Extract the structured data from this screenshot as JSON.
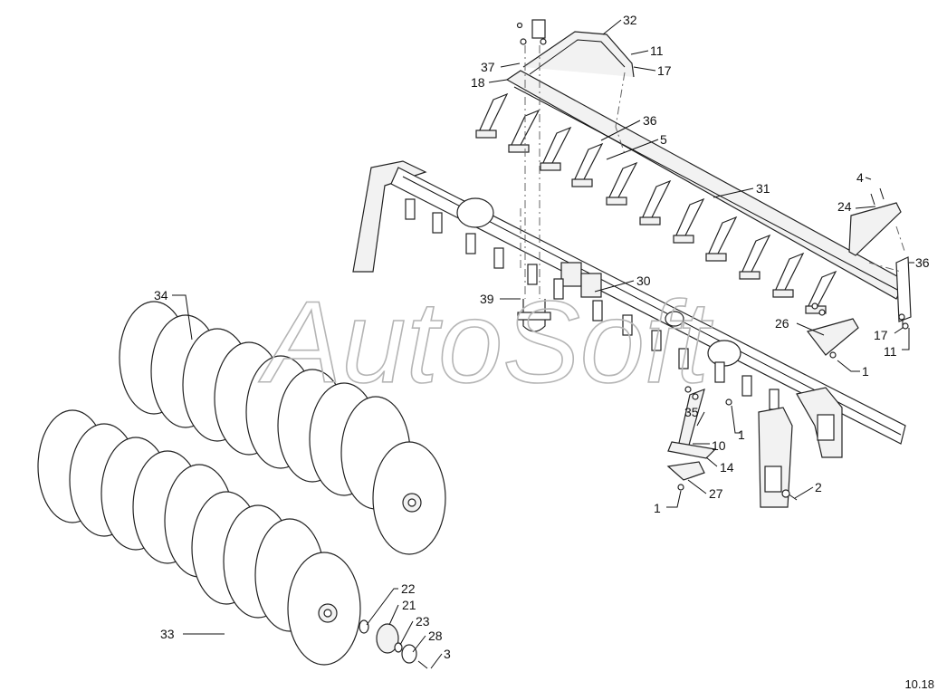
{
  "watermark": "AutoSoft",
  "page_number": "10.18",
  "callouts": [
    {
      "label": "32"
    },
    {
      "label": "11"
    },
    {
      "label": "37"
    },
    {
      "label": "17"
    },
    {
      "label": "18"
    },
    {
      "label": "36"
    },
    {
      "label": "5"
    },
    {
      "label": "4"
    },
    {
      "label": "31"
    },
    {
      "label": "24"
    },
    {
      "label": "36"
    },
    {
      "label": "30"
    },
    {
      "label": "39"
    },
    {
      "label": "34"
    },
    {
      "label": "26"
    },
    {
      "label": "17"
    },
    {
      "label": "11"
    },
    {
      "label": "1"
    },
    {
      "label": "35"
    },
    {
      "label": "1"
    },
    {
      "label": "10"
    },
    {
      "label": "14"
    },
    {
      "label": "27"
    },
    {
      "label": "1"
    },
    {
      "label": "2"
    },
    {
      "label": "22"
    },
    {
      "label": "21"
    },
    {
      "label": "23"
    },
    {
      "label": "33"
    },
    {
      "label": "28"
    },
    {
      "label": "3"
    }
  ]
}
